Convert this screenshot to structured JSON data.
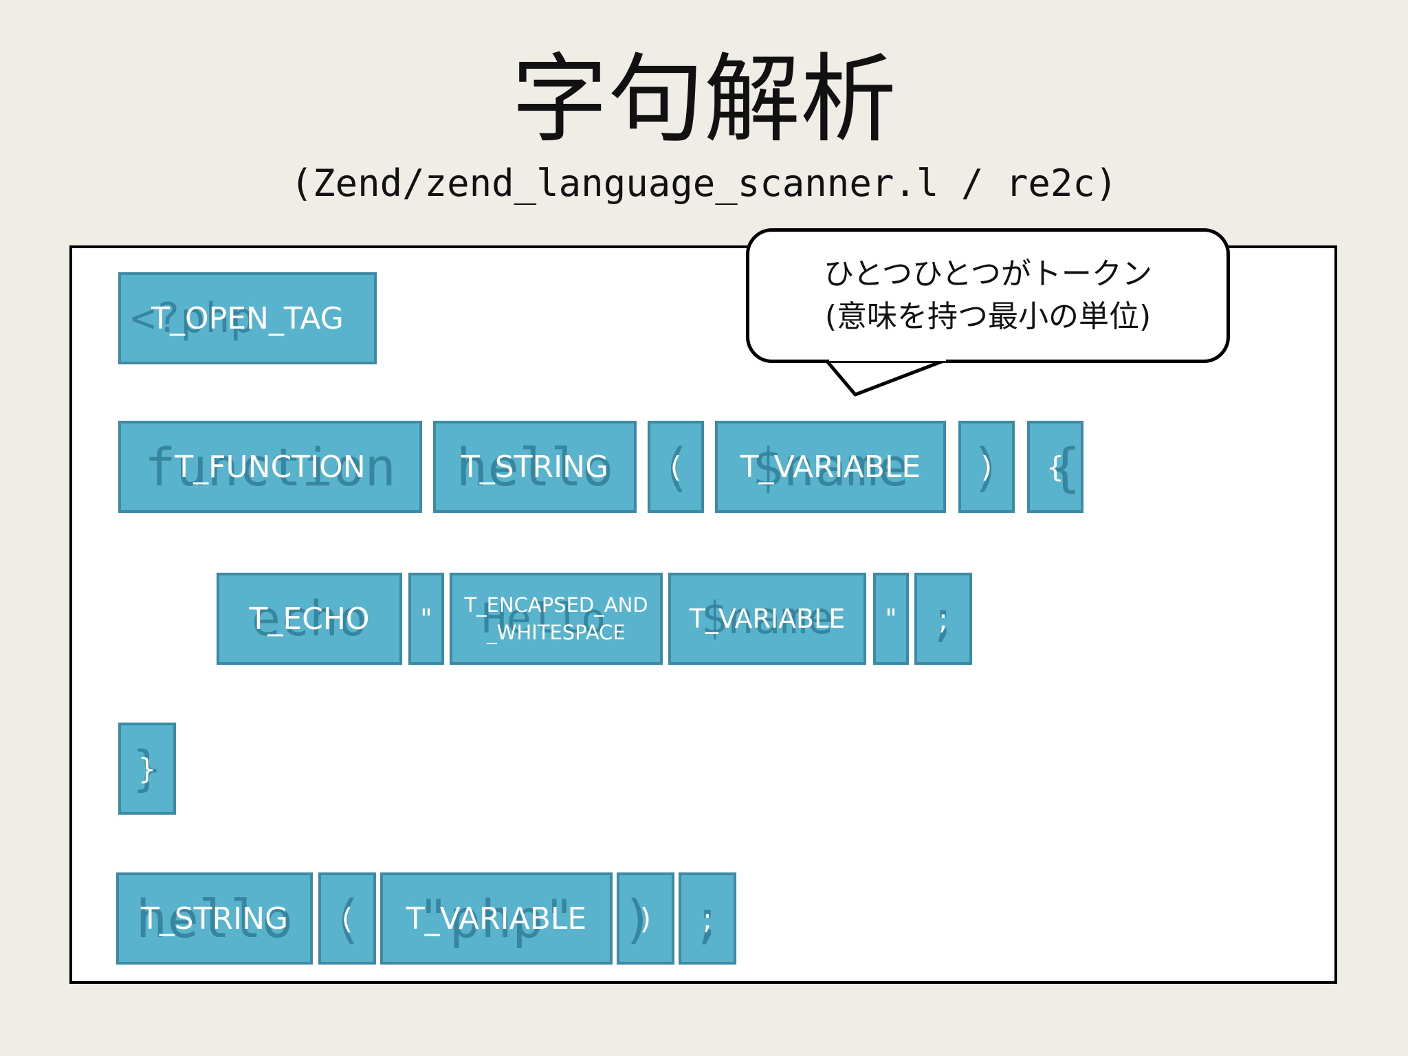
{
  "title": "字句解析",
  "subtitle": "(Zend/zend_language_scanner.l / re2c)",
  "callout": {
    "line1": "ひとつひとつがトークン",
    "line2": "(意味を持つ最小の単位)"
  },
  "tokens": {
    "open_tag": {
      "label": "T_OPEN_TAG",
      "source": "<?php"
    },
    "function": {
      "label": "T_FUNCTION",
      "source": "function"
    },
    "string_hello": {
      "label": "T_STRING",
      "source": "hello"
    },
    "lparen1": {
      "label": "(",
      "source": "("
    },
    "variable_name": {
      "label": "T_VARIABLE",
      "source": "$name"
    },
    "rparen1": {
      "label": ")",
      "source": ")"
    },
    "lbrace": {
      "label": "{",
      "source": "{"
    },
    "echo": {
      "label": "T_ECHO",
      "source": "echo"
    },
    "quote1": {
      "label": "\""
    },
    "encapsed": {
      "label_line1": "T_ENCAPSED_AND",
      "label_line2": "_WHITESPACE",
      "source": "Hello, "
    },
    "variable_name2": {
      "label": "T_VARIABLE",
      "source": "$name"
    },
    "quote2": {
      "label": "\""
    },
    "semicolon1": {
      "label": ";",
      "source": ";"
    },
    "rbrace": {
      "label": "}",
      "source": "}"
    },
    "string_hello2": {
      "label": "T_STRING",
      "source": "hello"
    },
    "lparen2": {
      "label": "(",
      "source": "("
    },
    "variable_php": {
      "label": "T_VARIABLE",
      "source": "\"php\""
    },
    "rparen2": {
      "label": ")",
      "source": ")"
    },
    "semicolon2": {
      "label": ";",
      "source": ";"
    }
  }
}
